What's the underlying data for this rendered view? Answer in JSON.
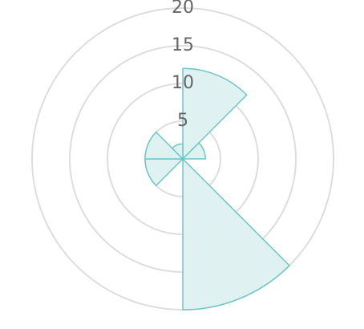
{
  "chart_data": {
    "type": "polarArea",
    "title": "",
    "series": [
      {
        "values": [
          12,
          3,
          0,
          20,
          0,
          5,
          5,
          2
        ],
        "fill": "#dff1f1",
        "stroke": "#6fc6c6"
      }
    ],
    "rlim": [
      0,
      20
    ],
    "ticks": [
      5,
      10,
      15,
      20
    ],
    "tick_labels": [
      "5",
      "10",
      "15",
      "20"
    ],
    "start_angle": "top",
    "direction": "clockwise",
    "grid": true
  }
}
